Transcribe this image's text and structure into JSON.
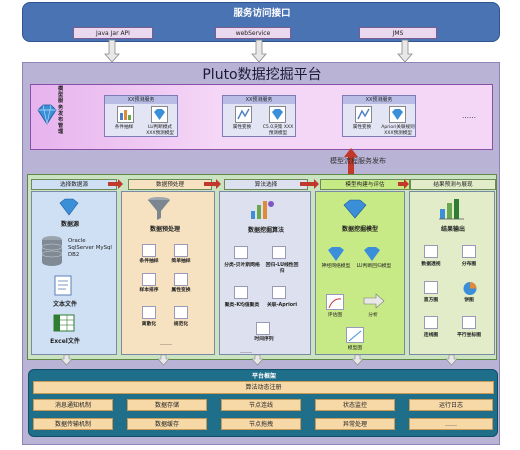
{
  "service_bar": {
    "title": "服务访问接口",
    "interfaces": [
      "Java Jar API",
      "webService",
      "JMS"
    ]
  },
  "platform": {
    "title": "Pluto数据挖掘平台",
    "publish_label": "模型流程服务发布"
  },
  "management": {
    "label": "模型服务发布管理",
    "services": [
      {
        "title": "XX预测服务",
        "step1": "条件抽样",
        "step2": "LU判断模式 XXX预测模型"
      },
      {
        "title": "XX预测服务",
        "step1": "属性变换",
        "step2": "C5.0决策 XXX预测模型"
      },
      {
        "title": "XX预测服务",
        "step1": "属性变换",
        "step2": "Apriori关联规则 XXX预测模型"
      }
    ],
    "more": "……"
  },
  "stages": [
    {
      "tab": "选择数据源",
      "color": "#cfe0f5"
    },
    {
      "tab": "数据预处理",
      "color": "#f6e2c0"
    },
    {
      "tab": "算法选择",
      "color": "#dde0ee"
    },
    {
      "tab": "模型构建与评估",
      "color": "#c8ea86"
    },
    {
      "tab": "结果预测与展现",
      "color": "#e2ecc9"
    }
  ],
  "datasource": {
    "title": "数据源",
    "db": "Oracle SqlServer MySql DB2",
    "text_file": "文本文件",
    "excel_file": "Excel文件"
  },
  "preprocess": {
    "title": "数据预处理",
    "items": [
      "条件抽样",
      "简单抽样",
      "样本排序",
      "属性变换",
      "离散化",
      "规范化"
    ],
    "more": "……"
  },
  "algorithm": {
    "title": "数据挖掘算法",
    "items": [
      "分类-贝叶斯网络",
      "回归-LU线性回归",
      "聚类-K均值聚类",
      "关联-Apriori",
      "时间序列"
    ],
    "more": "……"
  },
  "model": {
    "title": "数据挖掘模型",
    "items": [
      "神经网络模型",
      "LU判断回归模型",
      "评估图",
      "分析",
      "模型图"
    ]
  },
  "result": {
    "title": "结果输出",
    "items": [
      "数据透视",
      "分布图",
      "直方图",
      "饼图",
      "连线图",
      "平行坐标图"
    ]
  },
  "framework": {
    "title": "平台框架",
    "algo_register": "算法动态注册",
    "row1": [
      "消息通知机制",
      "数据存储",
      "节点连线",
      "状态监控",
      "运行日志"
    ],
    "row2": [
      "数据传输机制",
      "数据缓存",
      "节点拖拽",
      "异常处理",
      "……"
    ]
  }
}
